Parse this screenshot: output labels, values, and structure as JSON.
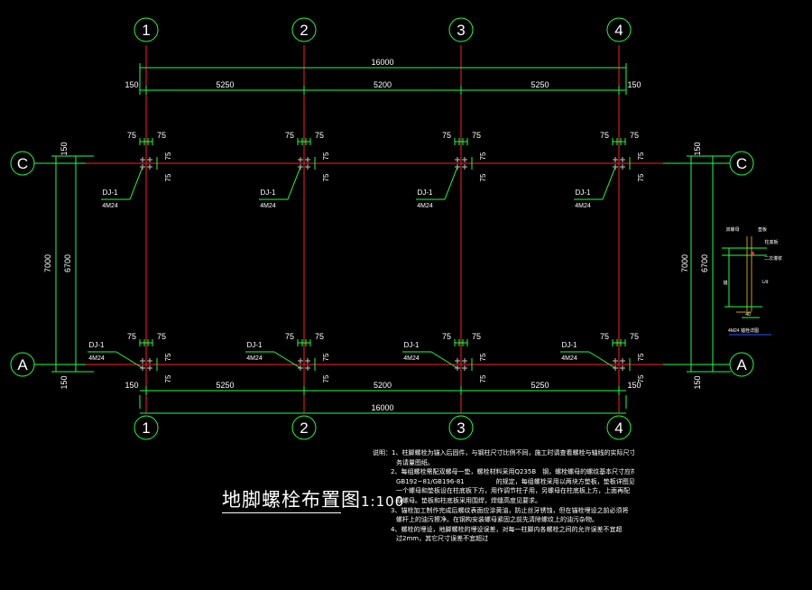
{
  "axes": {
    "columns": [
      "1",
      "2",
      "3",
      "4"
    ],
    "rows": [
      "C",
      "A"
    ]
  },
  "dimensions": {
    "total_width": "16000",
    "edge": "150",
    "spans": [
      "5250",
      "5200",
      "5250"
    ],
    "bolt_offset": "75",
    "total_depth": "7000",
    "inner_depth": "6700"
  },
  "bolt_label": {
    "name": "DJ-1",
    "spec": "4M24"
  },
  "detail": {
    "labels": [
      "双螺母",
      "垫板",
      "柱底板",
      "二次灌浆",
      "L/d",
      "锚",
      "40"
    ],
    "caption": "4M24 锚栓详图"
  },
  "title": {
    "text": "地脚螺栓布置图",
    "scale": "1:100"
  },
  "notes": [
    "说明：1、柱脚螺栓为锚入后固件，与钢柱尺寸比例不同，施工时请查看螺栓与轴线的实际尺寸，",
    "务请量图纸。",
    "2、每组螺栓需配双螺母一垫，螺栓材料采用Q235B　钢，螺栓螺母的螺纹基本尺寸应符合",
    "GB192~81/GB196-81　　　　　的规定，每组螺栓采用以两块方垫板，垫板详图见上。",
    "一个螺母和垫板设在柱底板下方，用作调节柱子用，另螺母在柱底板上方，上面再配",
    "双螺母。垫板和柱底板采用围焊，焊缝高度见要求。",
    "3、锚栓加工制作完成后螺纹表面应涂黄油，防止丝牙锈蚀，但在锚栓埋设之前必须将",
    "螺杆上的油污擦净。在钢构安装螺母紧固之前先清除螺纹上的油污杂物。",
    "4、螺栓的埋设，地脚螺栓的埋设误差，对每一柱脚内各螺栓之间的允许误差不宜超",
    "过2mm，其它尺寸误差不宜超过"
  ],
  "colors": {
    "axis": "#ff2020",
    "dim": "#20ff40",
    "text": "#ffffff",
    "bolt": "#c0c0c0"
  }
}
